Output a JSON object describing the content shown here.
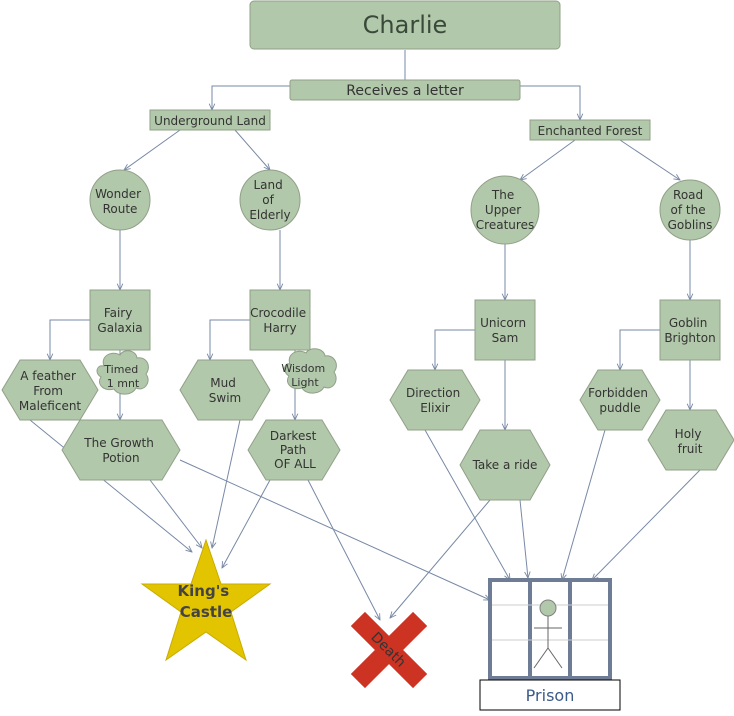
{
  "diagram": {
    "title": "Charlie",
    "receives": "Receives a letter",
    "underground": "Underground Land",
    "enchanted": "Enchanted Forest",
    "wonder": [
      "Wonder",
      "Route"
    ],
    "elderly": [
      "Land",
      "of",
      "Elderly"
    ],
    "upper": [
      "The",
      "Upper",
      "Creatures"
    ],
    "goblins": [
      "Road",
      "of the",
      "Goblins"
    ],
    "fairy": [
      "Fairy",
      "Galaxia"
    ],
    "crocodile": [
      "Crocodile",
      "Harry"
    ],
    "unicorn": [
      "Unicorn",
      "Sam"
    ],
    "goblin_brighton": [
      "Goblin",
      "Brighton"
    ],
    "feather": [
      "A feather",
      "From",
      "Maleficent"
    ],
    "timed": [
      "Timed",
      "1 mnt"
    ],
    "growth": [
      "The Growth",
      "Potion"
    ],
    "mud": [
      "Mud",
      "Swim"
    ],
    "wisdom": [
      "Wisdom",
      "Light"
    ],
    "darkest": [
      "Darkest",
      "Path",
      "OF ALL"
    ],
    "direction": [
      "Direction",
      "Elixir"
    ],
    "ride": "Take a ride",
    "forbidden": [
      "Forbidden",
      "puddle"
    ],
    "holy": [
      "Holy",
      "fruit"
    ],
    "castle": [
      "King's",
      "Castle"
    ],
    "death": "Death",
    "prison": "Prison"
  },
  "colors": {
    "node_fill": "#b2c8aa",
    "node_stroke": "#90a088",
    "edge": "#7789a6",
    "star": "#e3c400",
    "death": "#cc3322",
    "prison_bars": "#6e7c96"
  }
}
